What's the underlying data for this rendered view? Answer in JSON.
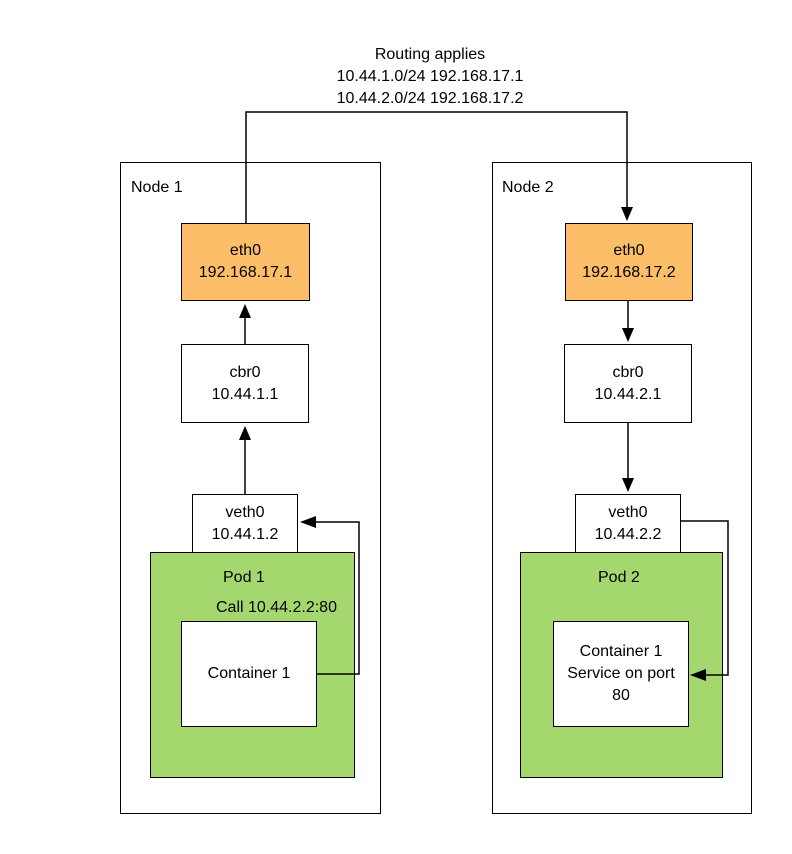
{
  "routing": {
    "title": "Routing applies",
    "routes": [
      "10.44.1.0/24 192.168.17.1",
      "10.44.2.0/24 192.168.17.2"
    ]
  },
  "node1": {
    "label": "Node 1",
    "eth": {
      "name": "eth0",
      "ip": "192.168.17.1"
    },
    "cbr": {
      "name": "cbr0",
      "ip": "10.44.1.1"
    },
    "veth": {
      "name": "veth0",
      "ip": "10.44.1.2"
    },
    "pod": {
      "label": "Pod 1",
      "call": "Call 10.44.2.2:80"
    },
    "container": {
      "lines": [
        "Container 1"
      ]
    }
  },
  "node2": {
    "label": "Node 2",
    "eth": {
      "name": "eth0",
      "ip": "192.168.17.2"
    },
    "cbr": {
      "name": "cbr0",
      "ip": "10.44.2.1"
    },
    "veth": {
      "name": "veth0",
      "ip": "10.44.2.2"
    },
    "pod": {
      "label": "Pod 2"
    },
    "container": {
      "lines": [
        "Container 1",
        "Service on port",
        "80"
      ]
    }
  },
  "colors": {
    "eth": "#fdbe6a",
    "pod": "#a4d86f",
    "line": "#000000"
  }
}
